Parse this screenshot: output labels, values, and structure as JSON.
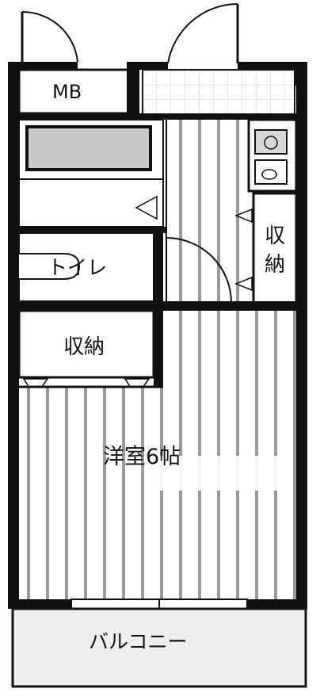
{
  "floor_plan": {
    "rooms": {
      "meter_box": "MB",
      "toilet": "トイレ",
      "storage_center": "収納",
      "storage_side_top": "収",
      "storage_side_bottom": "納",
      "western_room": "洋室6帖",
      "balcony": "バルコニー"
    },
    "colors": {
      "wall": "#111111",
      "fixture_gray": "#c8c8c8",
      "floor_stripe": "#9a9a9a",
      "background": "#ffffff"
    }
  }
}
